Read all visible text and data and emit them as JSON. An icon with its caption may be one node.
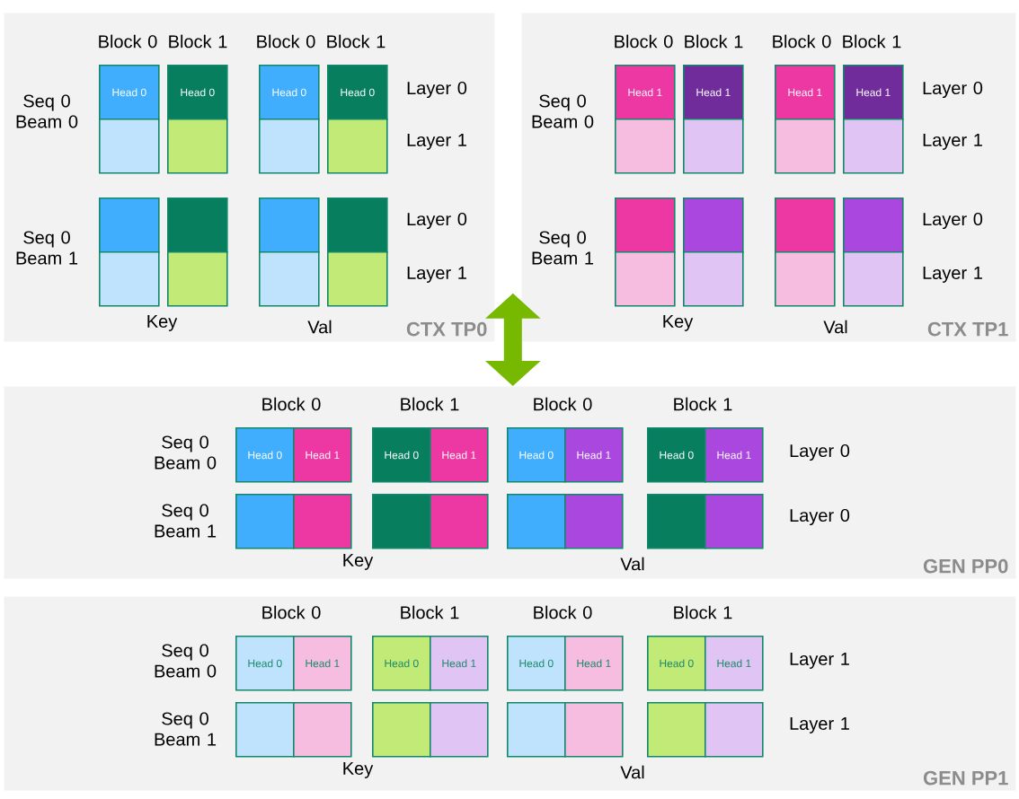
{
  "diagram": {
    "nodes": [
      {
        "text": [
          "CTX TP0"
        ]
      },
      {
        "text": [
          "Head 0"
        ],
        "in": 0
      },
      {
        "text": [
          "Head 0"
        ],
        "in": 0
      },
      {
        "text": [
          "Head 0"
        ],
        "in": 0
      },
      {
        "text": [
          "Head 0"
        ],
        "in": 0
      },
      {
        "text": [],
        "shape": "box",
        "in": 0
      },
      {
        "text": [],
        "shape": "box",
        "in": 0
      },
      {
        "text": [],
        "shape": "box",
        "in": 0
      },
      {
        "text": [],
        "shape": "box",
        "in": 0
      },
      {
        "text": [],
        "shape": "box",
        "in": 0
      },
      {
        "text": [],
        "shape": "box",
        "in": 0
      },
      {
        "text": [],
        "shape": "box",
        "in": 0
      },
      {
        "text": [],
        "shape": "box",
        "in": 0
      },
      {
        "text": [],
        "shape": "box",
        "in": 0
      },
      {
        "text": [],
        "shape": "box",
        "in": 0
      },
      {
        "text": [],
        "shape": "box",
        "in": 0
      },
      {
        "text": [],
        "shape": "box",
        "in": 0
      },
      {
        "text": [
          "CTX TP1"
        ]
      },
      {
        "text": [
          "Head 1"
        ],
        "in": 17
      },
      {
        "text": [
          "Head 1"
        ],
        "in": 17
      },
      {
        "text": [
          "Head 1"
        ],
        "in": 17
      },
      {
        "text": [
          "Head 1"
        ],
        "in": 17
      },
      {
        "text": [],
        "shape": "box",
        "in": 17
      },
      {
        "text": [],
        "shape": "box",
        "in": 17
      },
      {
        "text": [],
        "shape": "box",
        "in": 17
      },
      {
        "text": [],
        "shape": "box",
        "in": 17
      },
      {
        "text": [],
        "shape": "box",
        "in": 17
      },
      {
        "text": [],
        "shape": "box",
        "in": 17
      },
      {
        "text": [],
        "shape": "box",
        "in": 17
      },
      {
        "text": [],
        "shape": "box",
        "in": 17
      },
      {
        "text": [],
        "shape": "box",
        "in": 17
      },
      {
        "text": [],
        "shape": "box",
        "in": 17
      },
      {
        "text": [],
        "shape": "box",
        "in": 17
      },
      {
        "text": [],
        "shape": "box",
        "in": 17
      },
      {
        "text": [
          "GEN PP0"
        ]
      },
      {
        "text": [
          "Head 0"
        ],
        "in": 34
      },
      {
        "text": [
          "Head 1"
        ],
        "in": 34
      },
      {
        "text": [
          "Head 0"
        ],
        "in": 34
      },
      {
        "text": [
          "Head 1"
        ],
        "in": 34
      },
      {
        "text": [
          "Head 0"
        ],
        "in": 34
      },
      {
        "text": [
          "Head 1"
        ],
        "in": 34
      },
      {
        "text": [
          "Head 0"
        ],
        "in": 34
      },
      {
        "text": [
          "Head 1"
        ],
        "in": 34
      },
      {
        "text": [],
        "shape": "box",
        "in": 34
      },
      {
        "text": [],
        "shape": "box",
        "in": 34
      },
      {
        "text": [],
        "shape": "box",
        "in": 34
      },
      {
        "text": [],
        "shape": "box",
        "in": 34
      },
      {
        "text": [],
        "shape": "box",
        "in": 34
      },
      {
        "text": [],
        "shape": "box",
        "in": 34
      },
      {
        "text": [],
        "shape": "box",
        "in": 34
      },
      {
        "text": [],
        "shape": "box",
        "in": 34
      },
      {
        "text": [
          "GEN PP1"
        ]
      },
      {
        "text": [
          "Head 0"
        ],
        "in": 51
      },
      {
        "text": [
          "Head 1"
        ],
        "in": 51
      },
      {
        "text": [
          "Head 0"
        ],
        "in": 51
      },
      {
        "text": [
          "Head 1"
        ],
        "in": 51
      },
      {
        "text": [
          "Head 0"
        ],
        "in": 51
      },
      {
        "text": [
          "Head 1"
        ],
        "in": 51
      },
      {
        "text": [
          "Head 0"
        ],
        "in": 51
      },
      {
        "text": [
          "Head 1"
        ],
        "in": 51
      },
      {
        "text": [],
        "shape": "box",
        "in": 51
      },
      {
        "text": [],
        "shape": "box",
        "in": 51
      },
      {
        "text": [],
        "shape": "box",
        "in": 51
      },
      {
        "text": [],
        "shape": "box",
        "in": 51
      },
      {
        "text": [],
        "shape": "box",
        "in": 51
      },
      {
        "text": [],
        "shape": "box",
        "in": 51
      },
      {
        "text": [],
        "shape": "box",
        "in": 51
      },
      {
        "text": [],
        "shape": "box",
        "in": 51
      }
    ],
    "edges": [
      {
        "from": 0,
        "to": 34,
        "arrow": "both",
        "color": "#76b900"
      }
    ],
    "labels": [
      "Block 0",
      "Block 1",
      "Block 0",
      "Block 1",
      "Seq 0 Beam 0",
      "Layer 0",
      "Layer 1",
      "Seq 0 Beam 1",
      "Layer 0",
      "Layer 1",
      "Key",
      "Val",
      "Block 0",
      "Block 1",
      "Block 0",
      "Block 1",
      "Seq 0 Beam 0",
      "Layer 0",
      "Layer 1",
      "Seq 0 Beam 1",
      "Layer 0",
      "Layer 1",
      "Key",
      "Val",
      "Block 0",
      "Block 1",
      "Block 0",
      "Block 1",
      "Seq 0 Beam 0",
      "Layer 0",
      "Seq 0 Beam 1",
      "Layer 0",
      "Key",
      "Val",
      "Block 0",
      "Block 1",
      "Block 0",
      "Block 1",
      "Seq 0 Beam 0",
      "Layer 1",
      "Seq 0 Beam 1",
      "Layer 1",
      "Key",
      "Val"
    ]
  }
}
